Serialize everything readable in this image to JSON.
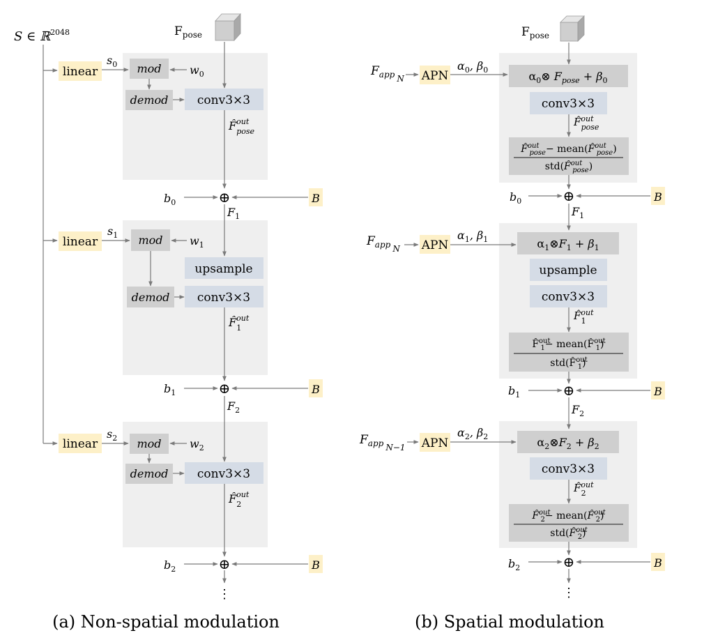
{
  "left": {
    "s_in": "S ∈ ℝ",
    "s_sup": "2048",
    "pose_label": "F",
    "pose_sub": "pose",
    "linear": "linear",
    "mod": "mod",
    "demod": "demod",
    "conv": "conv3×3",
    "upsample": "upsample",
    "B": "B",
    "plus": "⊕",
    "dots": "⋮",
    "hat_F": "F̂",
    "sup_out": "out",
    "sub_pose": "pose",
    "block0": {
      "s": "s",
      "s_sub": "0",
      "w": "w",
      "w_sub": "0",
      "b": "b",
      "b_sub": "0",
      "f_out_sub": "pose",
      "f_next": "F",
      "f_next_sub": "1"
    },
    "block1": {
      "s": "s",
      "s_sub": "1",
      "w": "w",
      "w_sub": "1",
      "b": "b",
      "b_sub": "1",
      "f_out_sub": "1",
      "f_next": "F",
      "f_next_sub": "2"
    },
    "block2": {
      "s": "s",
      "s_sub": "2",
      "w": "w",
      "w_sub": "2",
      "b": "b",
      "b_sub": "2",
      "f_out_sub": "2"
    },
    "caption": "(a) Non-spatial modulation"
  },
  "right": {
    "pose_label": "F",
    "pose_sub": "pose",
    "apn": "APN",
    "conv": "conv3×3",
    "upsample": "upsample",
    "B": "B",
    "plus": "⊕",
    "dots": "⋮",
    "fapp": "F",
    "fapp_sub": "app",
    "minus_mean": "− mean(",
    "std": "std(",
    "close": ")",
    "block0": {
      "app_idx": "N",
      "ab": "α",
      "ab_sub0": "0",
      "ab_mid": ", β",
      "ab_sub1": "0",
      "mod_a": "α",
      "mod_a_sub": "0",
      "mod_op": "⊗ ",
      "mod_F": "F",
      "mod_F_sub": "pose",
      "mod_plus": " + β",
      "mod_b_sub": "0",
      "out_F": "F̂",
      "out_sub": "pose",
      "out_sup": "out",
      "b": "b",
      "b_sub": "0",
      "f_next": "F",
      "f_next_sub": "1"
    },
    "block1": {
      "app_idx": "N",
      "ab": "α",
      "ab_sub0": "1",
      "ab_mid": ", β",
      "ab_sub1": "1",
      "mod_a": "α",
      "mod_a_sub": "1",
      "mod_op": "⊗",
      "mod_F": "F",
      "mod_F_sub": "1",
      "mod_plus": " + β",
      "mod_b_sub": "1",
      "out_F": "F̂",
      "out_sub": "1",
      "out_sup": "out",
      "b": "b",
      "b_sub": "1",
      "f_next": "F",
      "f_next_sub": "2"
    },
    "block2": {
      "app_idx": "N−1",
      "ab": "α",
      "ab_sub0": "2",
      "ab_mid": ", β",
      "ab_sub1": "2",
      "mod_a": "α",
      "mod_a_sub": "2",
      "mod_op": "⊗",
      "mod_F": "F",
      "mod_F_sub": "2",
      "mod_plus": " + β",
      "mod_b_sub": "2",
      "out_F": "F̂",
      "out_sub": "2",
      "out_sup": "out",
      "b": "b",
      "b_sub": "2"
    },
    "caption": "(b) Spatial modulation"
  },
  "colors": {
    "panel": "#efefef",
    "gray_box": "#cfcfcf",
    "blue_box": "#d5dce6",
    "yellow_box": "#fdf0c8",
    "arrow": "#7a7a7a",
    "cube_front": "#cfcfcf",
    "cube_top": "#e6e6e6",
    "cube_side": "#a9a9a9"
  }
}
